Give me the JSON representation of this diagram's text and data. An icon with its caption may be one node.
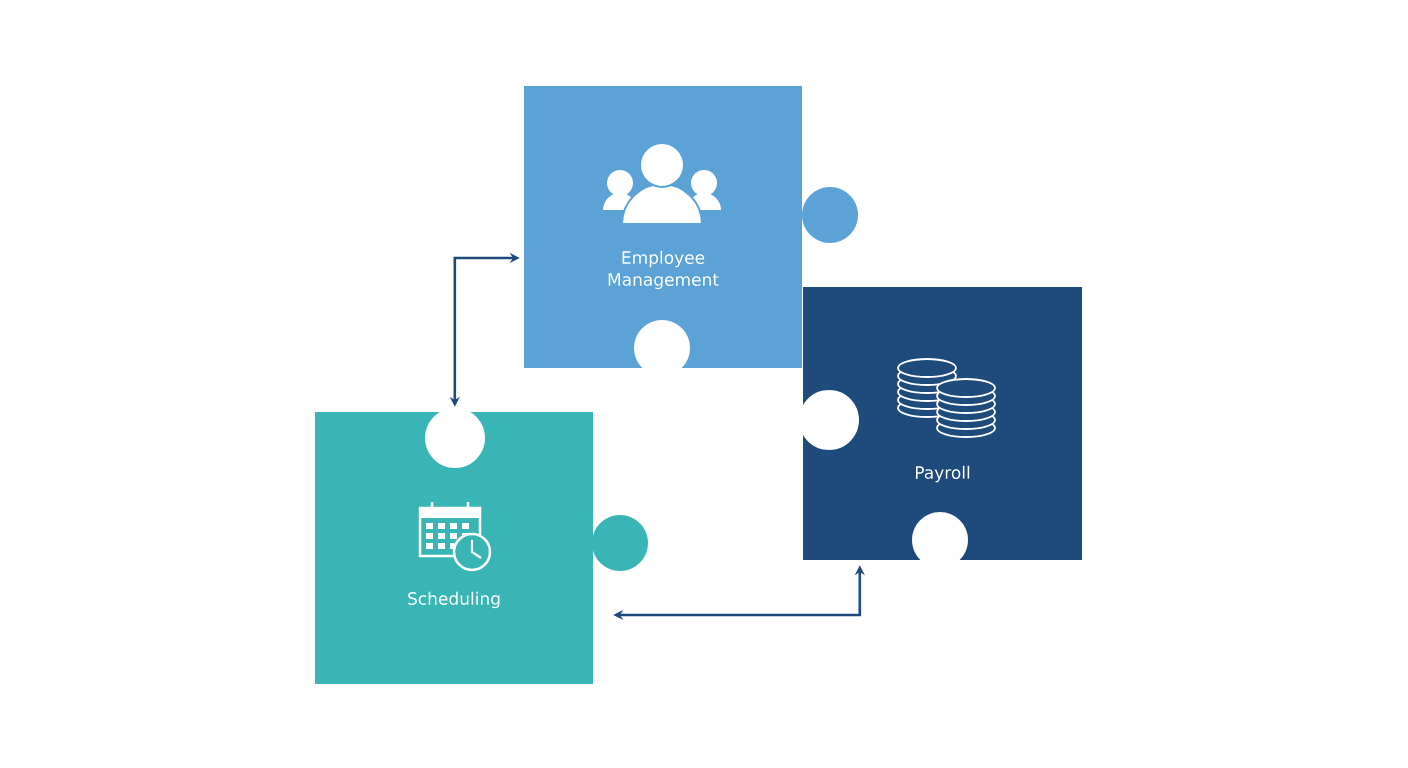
{
  "diagram": {
    "nodes": [
      {
        "text": [
          "Employee Management"
        ]
      },
      {
        "text": [
          "Payroll"
        ]
      },
      {
        "text": [
          "Scheduling"
        ]
      }
    ],
    "edges": [
      {
        "from": 2,
        "to": 0,
        "arrow": "both"
      },
      {
        "from": 2,
        "to": 1,
        "arrow": "both"
      }
    ]
  }
}
